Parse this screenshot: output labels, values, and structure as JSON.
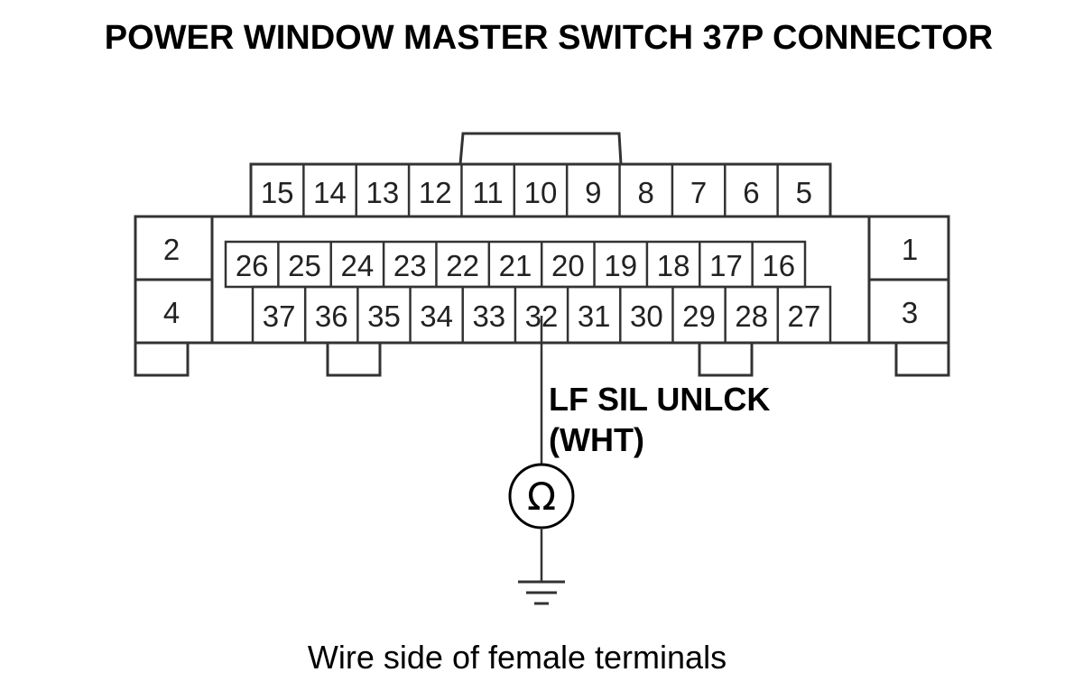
{
  "title": "POWER WINDOW MASTER SWITCH 37P CONNECTOR",
  "caption": "Wire side of female terminals",
  "signal": {
    "name": "LF SIL UNLCK",
    "wire_color": "(WHT)",
    "terminal": "32"
  },
  "meter_symbol": "Ω",
  "connector": {
    "pin_count": 37,
    "top_row": [
      "15",
      "14",
      "13",
      "12",
      "11",
      "10",
      "9",
      "8",
      "7",
      "6",
      "5"
    ],
    "middle_row": [
      "26",
      "25",
      "24",
      "23",
      "22",
      "21",
      "20",
      "19",
      "18",
      "17",
      "16"
    ],
    "bottom_row": [
      "37",
      "36",
      "35",
      "34",
      "33",
      "32",
      "31",
      "30",
      "29",
      "28",
      "27"
    ],
    "left_block": [
      "2",
      "4"
    ],
    "right_block": [
      "1",
      "3"
    ]
  }
}
